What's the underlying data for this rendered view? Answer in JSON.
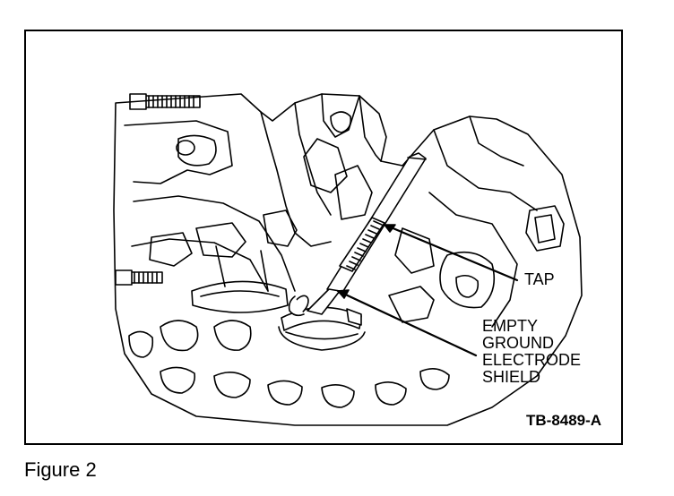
{
  "callouts": {
    "tap": "TAP",
    "shield_lines": [
      "EMPTY",
      "GROUND",
      "ELECTRODE",
      "SHIELD"
    ]
  },
  "figure_id": "TB-8489-A",
  "caption": "Figure 2",
  "colors": {
    "line": "#000000",
    "background": "#ffffff"
  }
}
